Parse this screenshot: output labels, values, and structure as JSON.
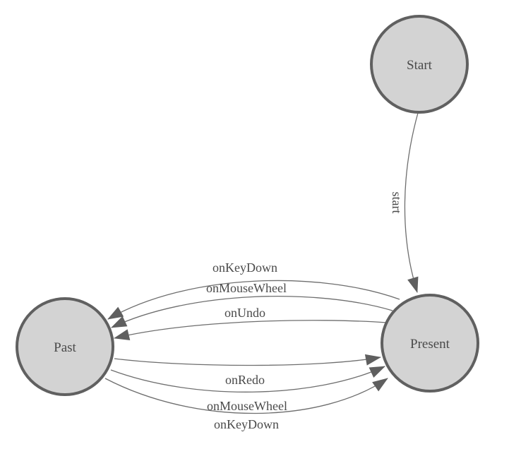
{
  "diagram": {
    "kind": "state-machine",
    "nodes": [
      {
        "id": "start",
        "label": "Start"
      },
      {
        "id": "present",
        "label": "Present"
      },
      {
        "id": "past",
        "label": "Past"
      }
    ],
    "edges": [
      {
        "from": "start",
        "to": "present",
        "label": "start"
      },
      {
        "from": "present",
        "to": "past",
        "label": "onKeyDown"
      },
      {
        "from": "present",
        "to": "past",
        "label": "onMouseWheel"
      },
      {
        "from": "present",
        "to": "past",
        "label": "onUndo"
      },
      {
        "from": "past",
        "to": "present",
        "label": "onRedo"
      },
      {
        "from": "past",
        "to": "present",
        "label": "onMouseWheel"
      },
      {
        "from": "past",
        "to": "present",
        "label": "onKeyDown"
      }
    ]
  },
  "colors": {
    "background": "#ffffff",
    "node_fill": "#d3d3d3",
    "node_stroke": "#606060",
    "edge_stroke": "#6e6e6e",
    "arrow_fill": "#5f5f5f",
    "text": "#4a4a4a"
  }
}
